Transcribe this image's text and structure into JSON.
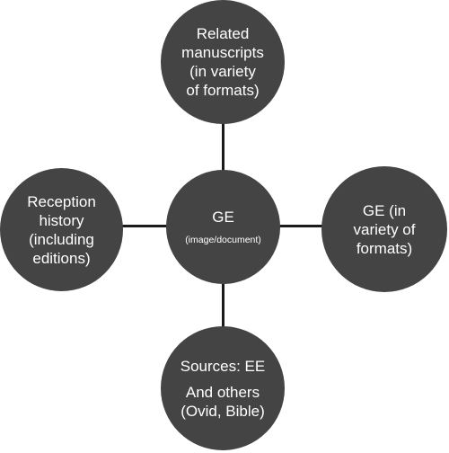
{
  "diagram": {
    "nodes": {
      "center": {
        "title": "GE",
        "subtitle": "(image/document)"
      },
      "top": {
        "label": "Related\nmanuscripts\n(in variety\nof formats)"
      },
      "left": {
        "label": "Reception\nhistory\n(including\neditions)"
      },
      "right": {
        "label": "GE (in\nvariety of\nformats)"
      },
      "bottom": {
        "line1": "Sources: EE",
        "line2": "And others\n(Ovid, Bible)"
      }
    },
    "colors": {
      "node_fill": "#444444",
      "node_text": "#ffffff",
      "connector": "#1a1a1a",
      "background": "#ffffff"
    }
  }
}
